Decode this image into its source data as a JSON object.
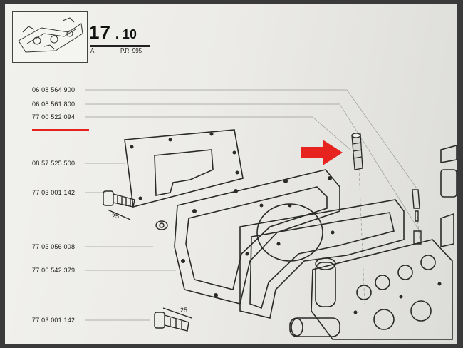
{
  "header": {
    "section_main": "17",
    "section_sub": ". 10",
    "edition_letter": "A",
    "revision": "P.R. 995"
  },
  "references": [
    "06 08 564 900",
    "06 08 561 800",
    "77 00 522 094",
    "08 57 525 500",
    "77 03 001 142",
    "77 03 056 008",
    "77 00 542 379",
    "77 03 001 142"
  ],
  "highlighted_reference": "77 00 522 094",
  "dimensions": [
    "25",
    "25"
  ],
  "colors": {
    "highlight_arrow": "#e6231e",
    "underline": "#e5211e",
    "paper": "#ecebe7",
    "ink": "#1b1b1b"
  }
}
